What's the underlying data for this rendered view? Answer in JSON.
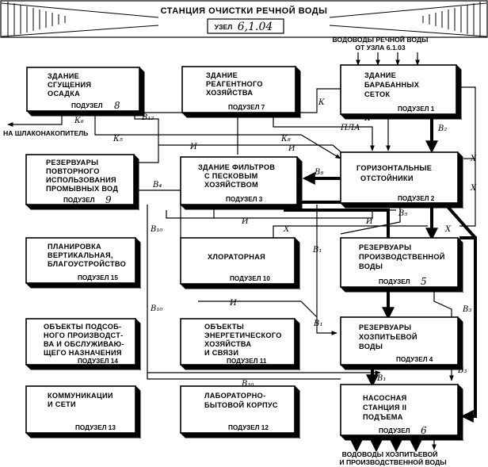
{
  "header": {
    "title": "СТАНЦИЯ ОЧИСТКИ РЕЧНОЙ ВОДЫ",
    "uzel_label": "УЗЕЛ",
    "uzel_number": "6,1.04"
  },
  "inputs": {
    "top_line1": "ВОДОВОДЫ РЕЧНОЙ ВОДЫ",
    "top_line2": "ОТ УЗЛА 6.1.03"
  },
  "outputs": {
    "left": "НА ШЛАКОНАКОПИТЕЛЬ",
    "bottom_line1": "ВОДОВОДЫ ХОЗПИТЬЕВОЙ",
    "bottom_line2": "И ПРОИЗВОДСТВЕННОЙ ВОДЫ"
  },
  "blocks": {
    "b8": {
      "lines": [
        "ЗДАНИЕ",
        "СГУЩЕНИЯ",
        "ОСАДКА"
      ],
      "sub": "ПОДУЗЕЛ",
      "num": "8"
    },
    "b7": {
      "lines": [
        "ЗДАНИЕ",
        "РЕАГЕНТНОГО",
        "ХОЗЯЙСТВА"
      ],
      "sub": "ПОДУЗЕЛ 7"
    },
    "b1": {
      "lines": [
        "ЗДАНИЕ",
        "БАРАБАННЫХ",
        "СЕТОК"
      ],
      "sub": "ПОДУЗЕЛ 1"
    },
    "b9": {
      "lines": [
        "РЕЗЕРВУАРЫ",
        "ПОВТОРНОГО",
        "ИСПОЛЬЗОВАНИЯ",
        "ПРОМЫВНЫХ ВОД"
      ],
      "sub": "ПОДУЗЕЛ",
      "num": "9"
    },
    "b3": {
      "lines": [
        "ЗДАНИЕ ФИЛЬТРОВ",
        "С ПЕСКОВЫМ",
        "ХОЗЯЙСТВОМ"
      ],
      "sub": "ПОДУЗЕЛ 3"
    },
    "b2": {
      "lines": [
        "ГОРИЗОНТАЛЬНЫЕ",
        "ОТСТОЙНИКИ"
      ],
      "sub": "ПОДУЗЕЛ 2"
    },
    "b15": {
      "lines": [
        "ПЛАНИРОВКА",
        "ВЕРТИКАЛЬНАЯ,",
        "БЛАГОУСТРОЙСТВО"
      ],
      "sub": "ПОДУЗЕЛ 15"
    },
    "b10": {
      "lines": [
        "ХЛОРАТОРНАЯ"
      ],
      "sub": "ПОДУЗЕЛ 10"
    },
    "b5": {
      "lines": [
        "РЕЗЕРВУАРЫ",
        "ПРОИЗВОДСТВЕННОЙ",
        "ВОДЫ"
      ],
      "sub": "ПОДУЗЕЛ",
      "num": "5"
    },
    "b14": {
      "lines": [
        "ОБЪЕКТЫ ПОДСОБ-",
        "НОГО ПРОИЗВОДСТ-",
        "ВА И ОБСЛУЖИВАЮ-",
        "ЩЕГО НАЗНАЧЕНИЯ"
      ],
      "sub": "ПОДУЗЕЛ 14"
    },
    "b11": {
      "lines": [
        "ОБЪЕКТЫ",
        "ЭНЕРГЕТИЧЕСКОГО",
        "ХОЗЯЙСТВА",
        "И СВЯЗИ"
      ],
      "sub": "ПОДУЗЕЛ 11"
    },
    "b4": {
      "lines": [
        "РЕЗЕРВУАРЫ",
        "ХОЗПИТЬЕВОЙ",
        "ВОДЫ"
      ],
      "sub": "ПОДУЗЕЛ 4"
    },
    "b13": {
      "lines": [
        "КОММУНИКАЦИИ",
        "И СЕТИ"
      ],
      "sub": "ПОДУЗЕЛ 13"
    },
    "b12": {
      "lines": [
        "ЛАБОРАТОРНО-",
        "БЫТОВОЙ КОРПУС"
      ],
      "sub": "ПОДУЗЕЛ 12"
    },
    "b6": {
      "lines": [
        "НАСОСНАЯ",
        "СТАНЦИЯ II",
        "ПОДЪЕМА"
      ],
      "sub": "ПОДУЗЕЛ",
      "num": "6"
    }
  },
  "connections": {
    "k": "К",
    "k6": "К₆",
    "k5": "К₅",
    "k8": "К₈",
    "b12": "В₁₂",
    "b2": "В₂",
    "b3": "В₃",
    "b4": "В₄",
    "b5": "В₅",
    "b8": "В₈",
    "b10": "В₁₀",
    "b1": "В₁",
    "i": "И",
    "x": "Х",
    "pla": "ПЛА"
  }
}
